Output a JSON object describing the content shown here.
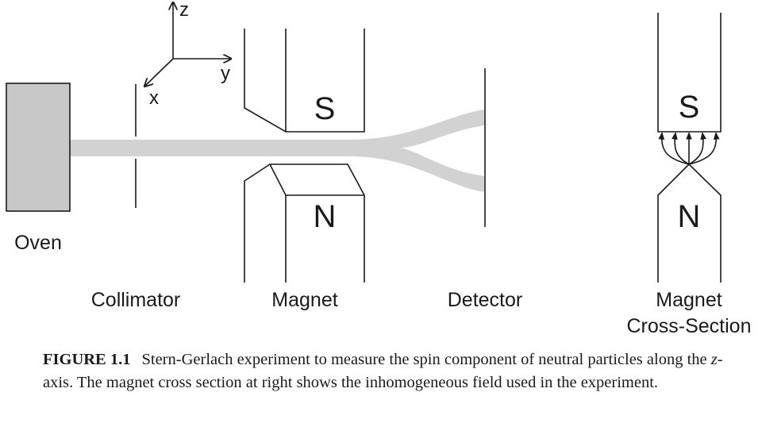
{
  "figure": {
    "axes": {
      "z": "z",
      "y": "y",
      "x": "x"
    },
    "labels": {
      "oven": "Oven",
      "collimator": "Collimator",
      "magnet": "Magnet",
      "detector": "Detector",
      "cross_section_line1": "Magnet",
      "cross_section_line2": "Cross-Section"
    },
    "poles": {
      "south": "S",
      "north": "N"
    },
    "colors": {
      "oven_fill": "#c8c8c8",
      "beam": "#d2d2d2",
      "line": "#1a1a1a"
    }
  },
  "caption": {
    "number": "FIGURE 1.1",
    "text_before": "Stern-Gerlach experiment to measure the spin component of neutral particles along the ",
    "axis_var": "z",
    "text_after": "-axis. The magnet cross section at right shows the inhomogeneous field used in the experiment."
  }
}
